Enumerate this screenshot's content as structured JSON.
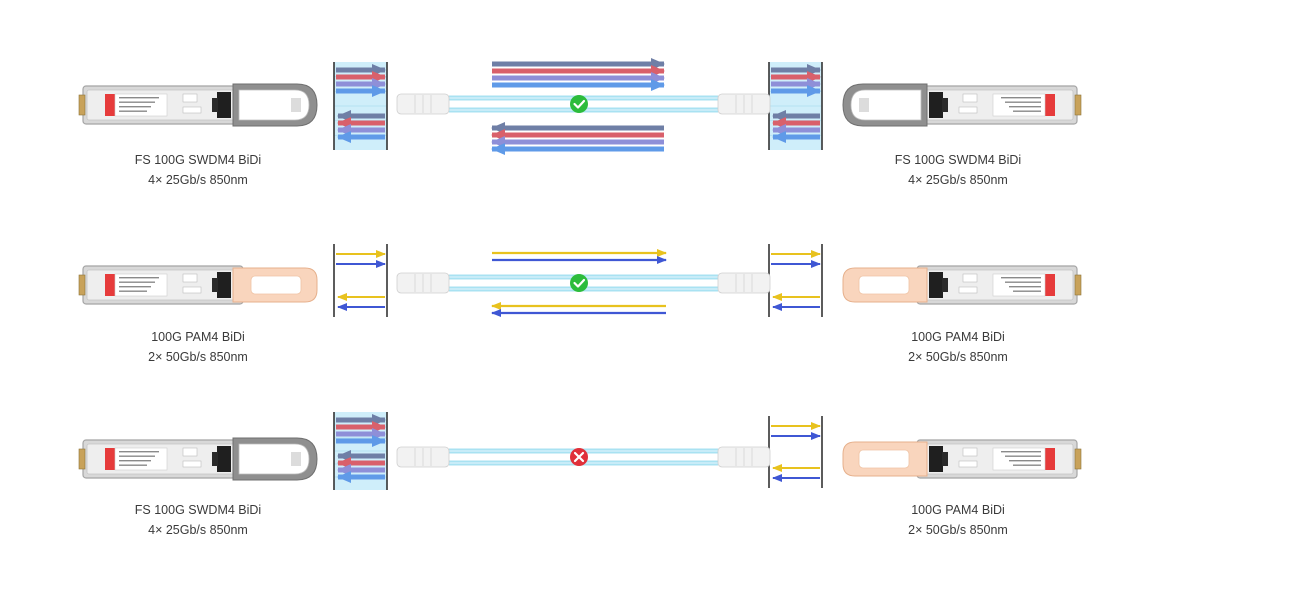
{
  "rows": [
    {
      "left": {
        "name": "FS 100G SWDM4 BiDi",
        "spec": "4× 25Gb/s 850nm",
        "type": "swdm4"
      },
      "right": {
        "name": "FS 100G SWDM4 BiDi",
        "spec": "4× 25Gb/s 850nm",
        "type": "swdm4"
      },
      "status": "ok"
    },
    {
      "left": {
        "name": "100G PAM4 BiDi",
        "spec": "2× 50Gb/s 850nm",
        "type": "pam4"
      },
      "right": {
        "name": "100G PAM4 BiDi",
        "spec": "2× 50Gb/s 850nm",
        "type": "pam4"
      },
      "status": "ok"
    },
    {
      "left": {
        "name": "FS 100G SWDM4 BiDi",
        "spec": "4× 25Gb/s 850nm",
        "type": "swdm4"
      },
      "right": {
        "name": "100G PAM4 BiDi",
        "spec": "2× 50Gb/s 850nm",
        "type": "pam4"
      },
      "status": "error"
    }
  ],
  "colors": {
    "swdm4_waves": [
      "#6f7fa6",
      "#d9606b",
      "#8e8fd8",
      "#5f9ae8"
    ],
    "pam4_waves": [
      "#e8c21e",
      "#3f57d4"
    ],
    "fiber": "#a9e2f2",
    "fiber_core": "#d2f0f9",
    "ok": "#2cbc3c",
    "error": "#e0303a",
    "label_red": "#e63b3b"
  }
}
